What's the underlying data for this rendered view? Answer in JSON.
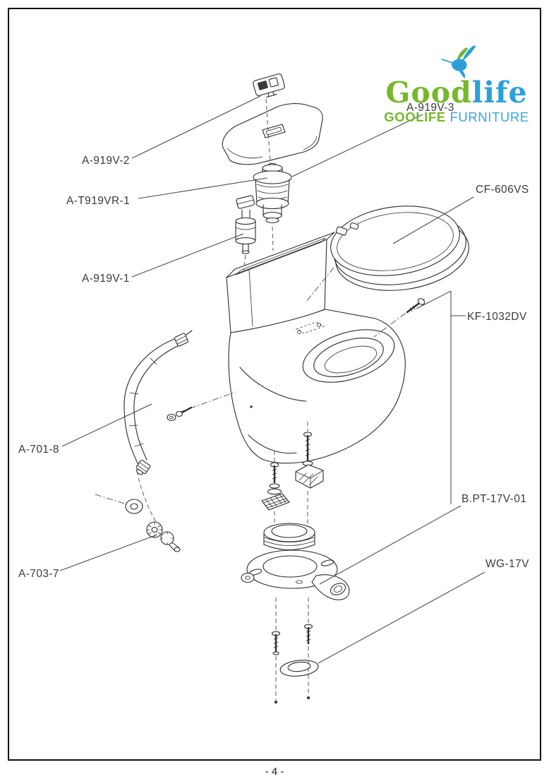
{
  "page": {
    "number_label": "- 4 -"
  },
  "logo": {
    "wordmark": {
      "part1": "Good",
      "part2": "life"
    },
    "subtitle": {
      "part1": "GOOLIFE",
      "part2": "FURNITURE"
    },
    "icon": "hummingbird-icon",
    "colors": {
      "green": "#76b82a",
      "blue": "#2d9fd8",
      "light_blue": "#35a8dc"
    }
  },
  "parts": [
    {
      "label": "A-919V-2"
    },
    {
      "label": "A-T919VR-1"
    },
    {
      "label": "A-919V-3"
    },
    {
      "label": "A-919V-1"
    },
    {
      "label": "CF-606VS"
    },
    {
      "label": "KF-1032DV"
    },
    {
      "label": "A-701-8"
    },
    {
      "label": "B.PT-17V-01"
    },
    {
      "label": "A-703-7"
    },
    {
      "label": "WG-17V"
    }
  ]
}
